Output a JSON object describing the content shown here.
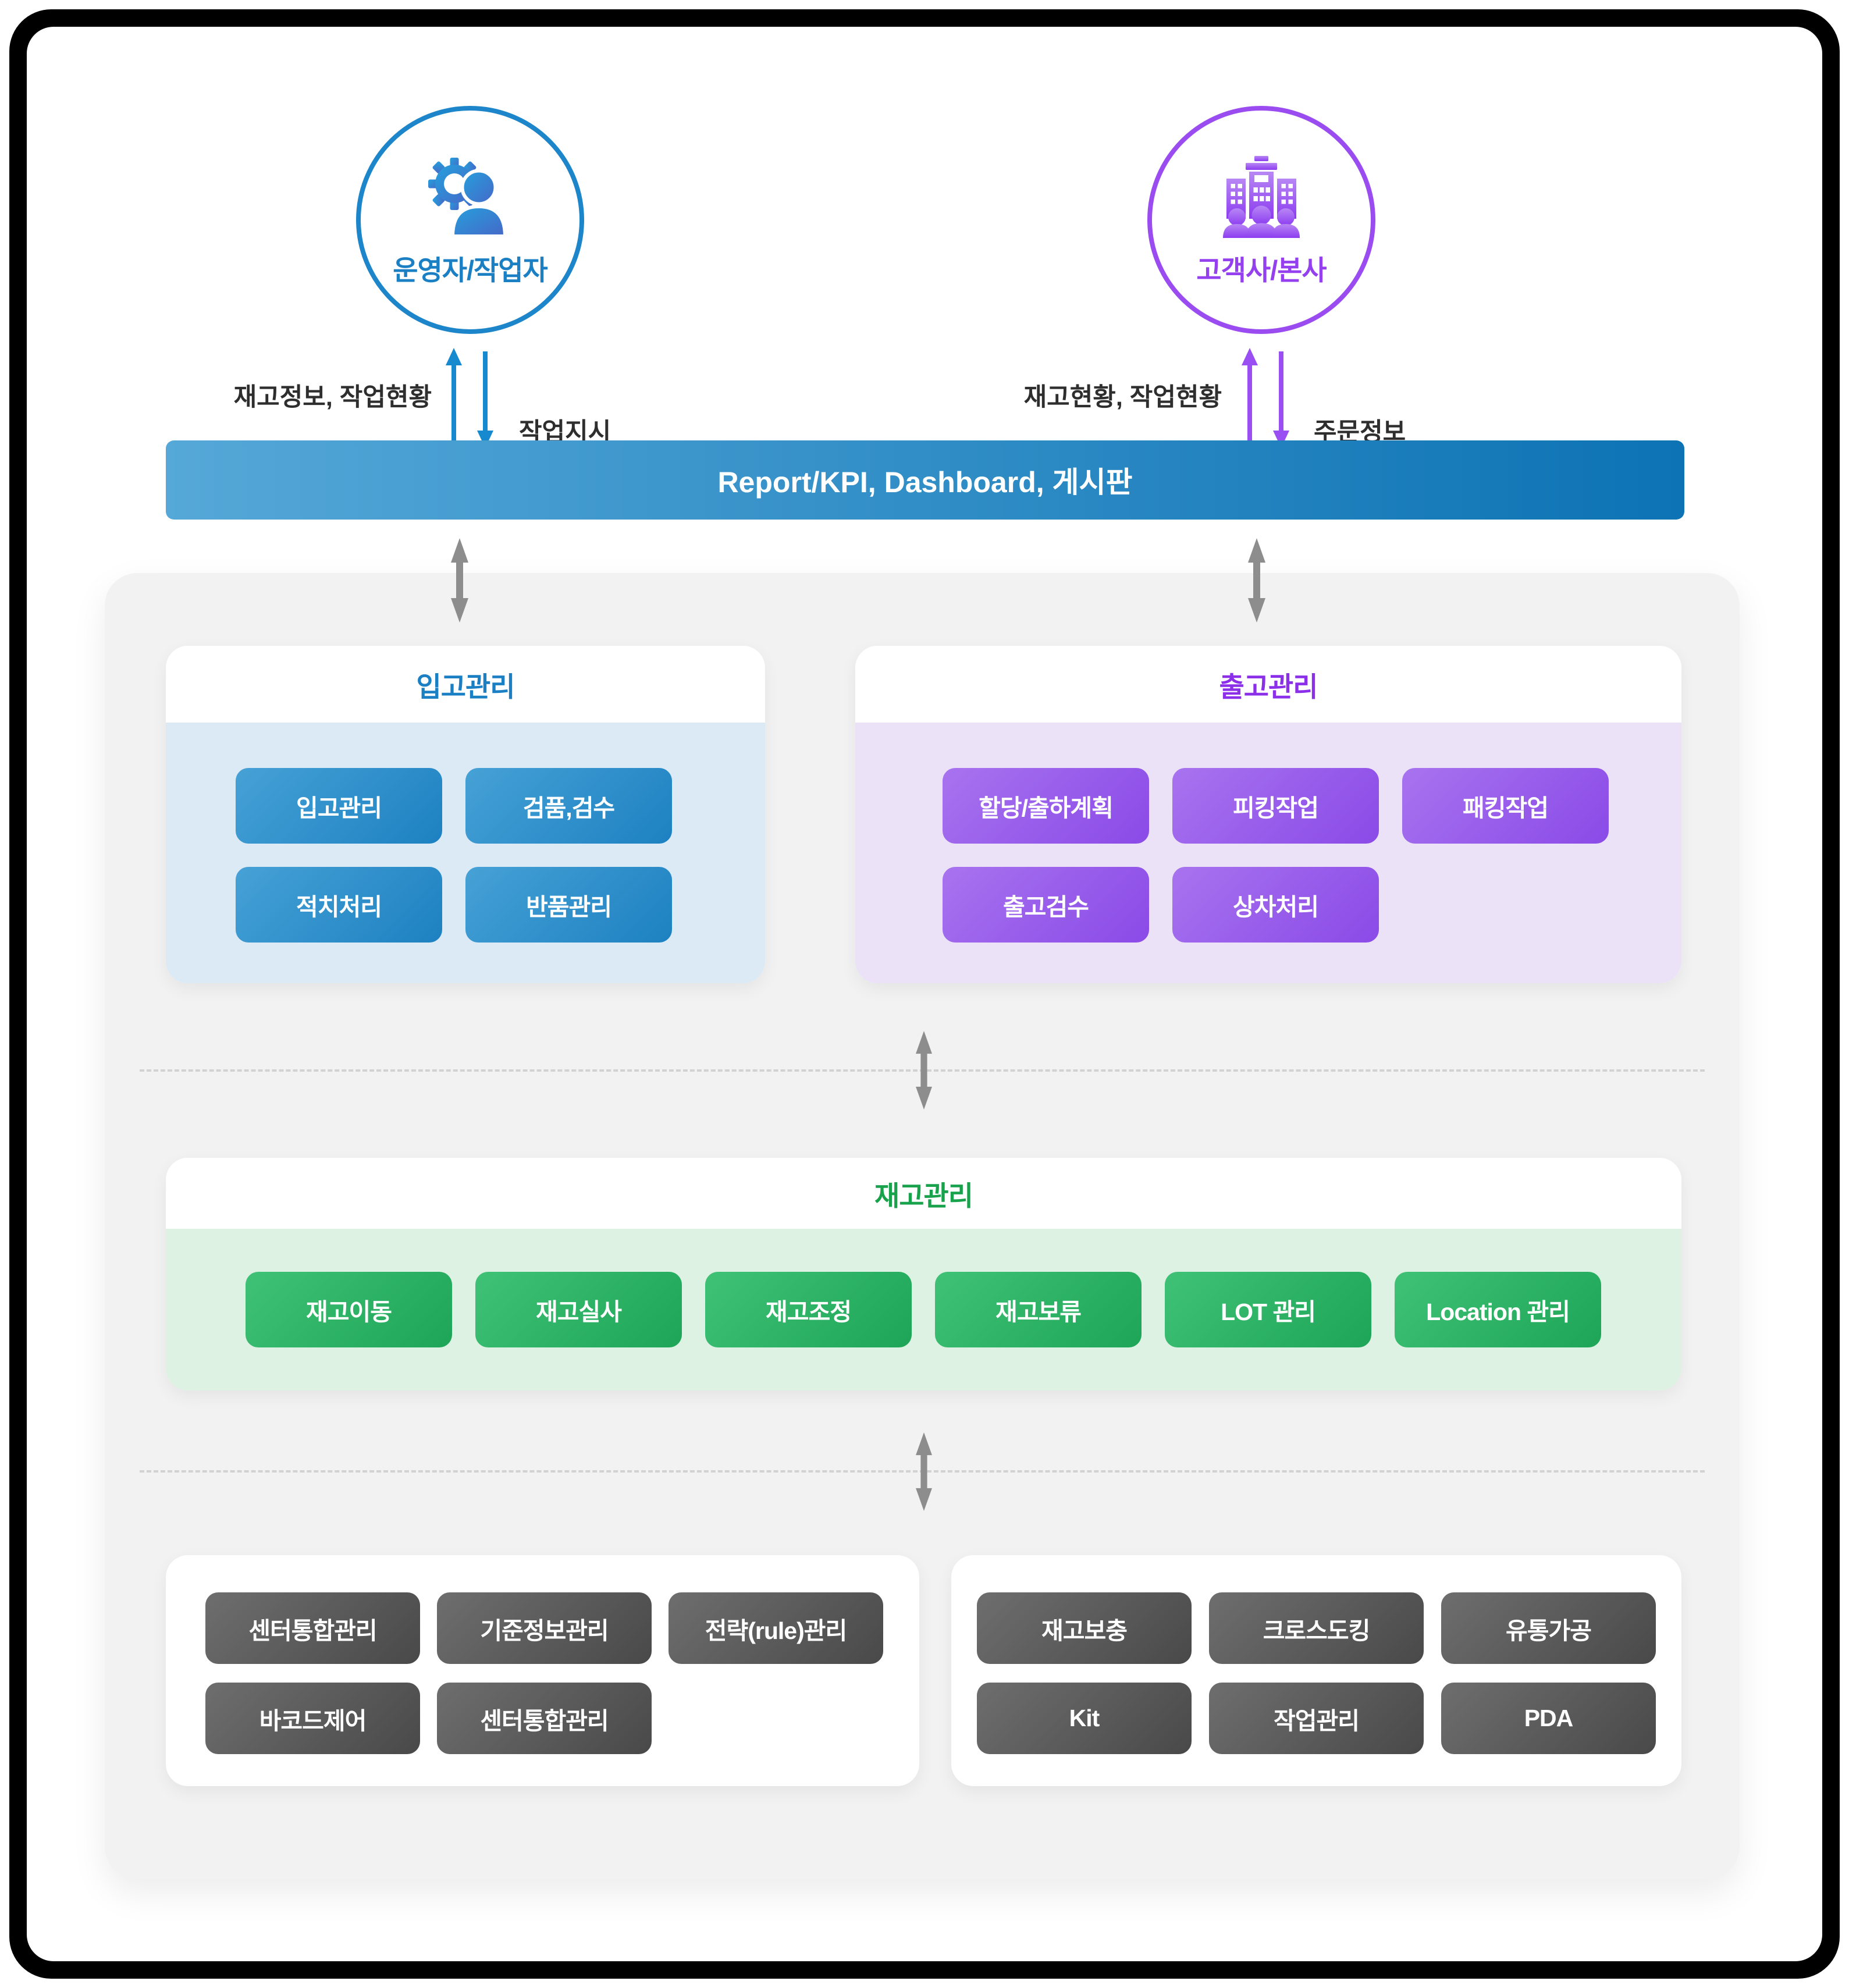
{
  "actors": {
    "operator": {
      "label": "운영자/작업자",
      "up_label": "재고정보, 작업현황",
      "down_label": "작업지시"
    },
    "customer": {
      "label": "고객사/본사",
      "up_label": "재고현황, 작업현황",
      "down_label": "주문정보"
    }
  },
  "report_bar": {
    "label": "Report/KPI, Dashboard, 게시판"
  },
  "inbound": {
    "title": "입고관리",
    "items": [
      "입고관리",
      "검품,검수",
      "적치처리",
      "반품관리"
    ]
  },
  "outbound": {
    "title": "출고관리",
    "items": [
      "할당/출하계획",
      "피킹작업",
      "패킹작업",
      "출고검수",
      "상차처리"
    ]
  },
  "inventory": {
    "title": "재고관리",
    "items": [
      "재고이동",
      "재고실사",
      "재고조정",
      "재고보류",
      "LOT 관리",
      "Location 관리"
    ]
  },
  "admin_left": {
    "items": [
      "센터통합관리",
      "기준정보관리",
      "전략(rule)관리",
      "바코드제어",
      "센터통합관리"
    ]
  },
  "admin_right": {
    "items": [
      "재고보충",
      "크로스도킹",
      "유통가공",
      "Kit",
      "작업관리",
      "PDA"
    ]
  },
  "colors": {
    "actor_blue": "#1d85c9",
    "actor_purple": "#9a4cf1",
    "inbound_accent": "#1b7fc4",
    "outbound_accent": "#8b2fe8",
    "inventory_accent": "#17a24b",
    "arrow_gray": "#8d8d8d"
  }
}
